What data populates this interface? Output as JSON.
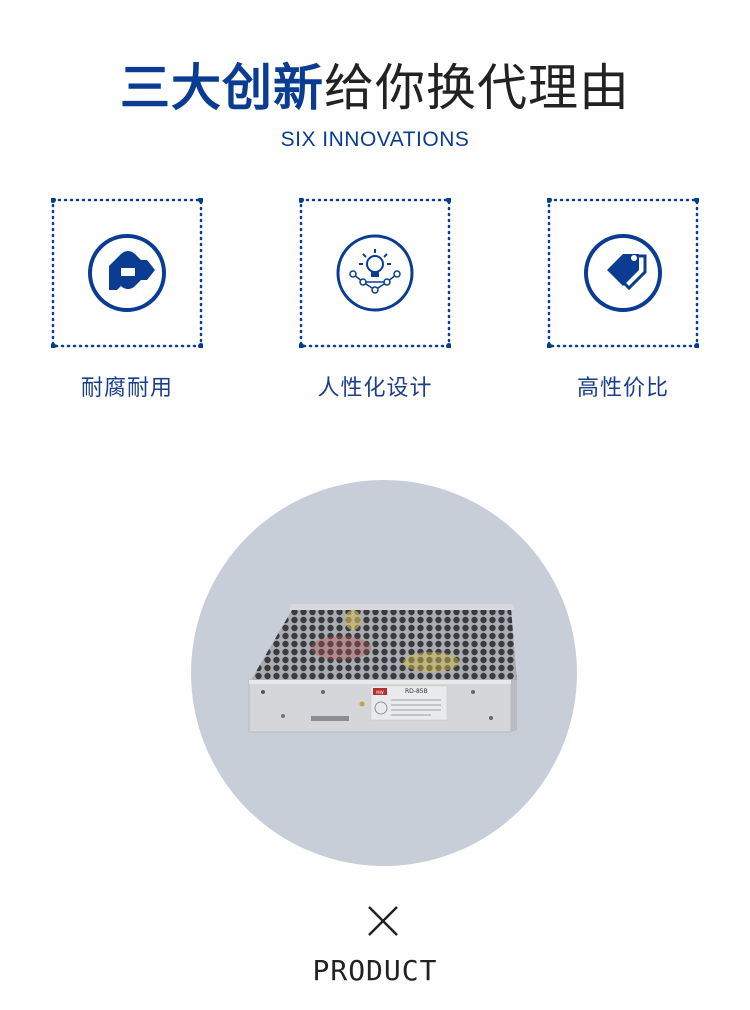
{
  "header": {
    "title_bold": "三大创新",
    "title_light": "给你换代理由",
    "subtitle": "SIX INNOVATIONS"
  },
  "features": [
    {
      "label": "耐腐耐用",
      "icon": "hand-arrow-icon"
    },
    {
      "label": "人性化设计",
      "icon": "lightbulb-network-icon"
    },
    {
      "label": "高性价比",
      "icon": "price-tag-icon"
    }
  ],
  "product": {
    "model_label": "RD-85B",
    "brand": "MW"
  },
  "footer": {
    "cross_symbol": "×",
    "word": "PRODUCT"
  },
  "colors": {
    "brand_blue": "#0a3d91",
    "circle_gray": "#c8ced8",
    "text_dark": "#222222"
  }
}
